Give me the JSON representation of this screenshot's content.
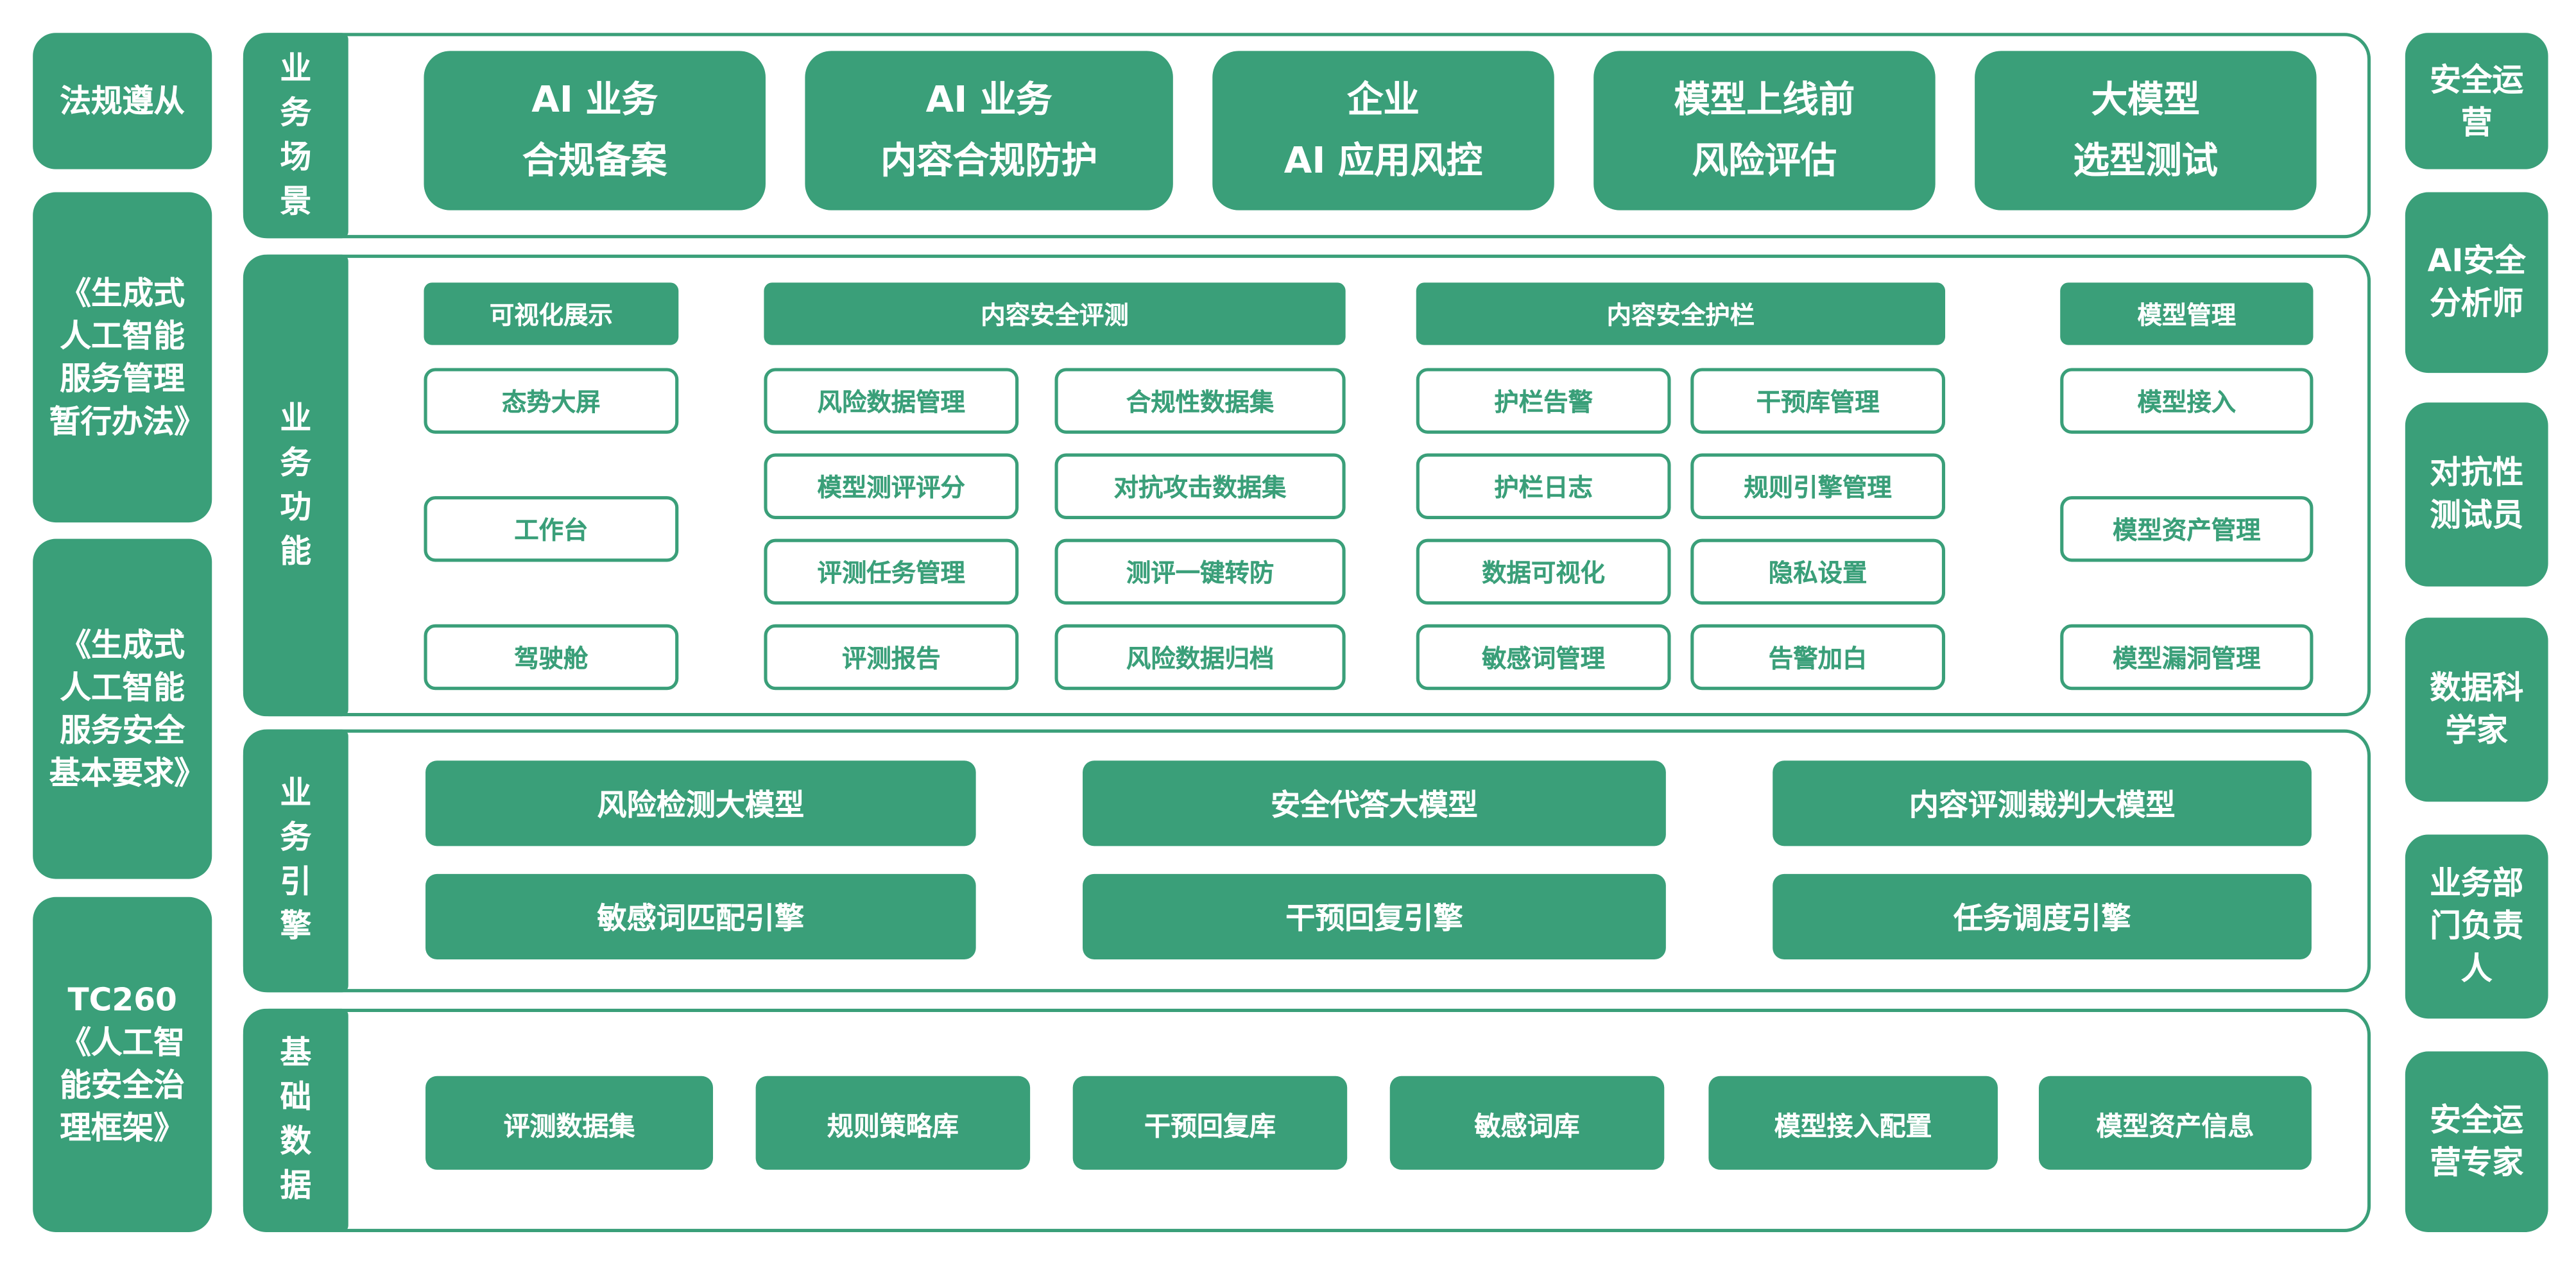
{
  "left_column": [
    {
      "label": "法规遵从"
    },
    {
      "label": "《生成式人工智能服务管理暂行办法》"
    },
    {
      "label": "《生成式人工智能服务安全基本要求》"
    },
    {
      "label": "TC260《人工智能安全治理框架》"
    }
  ],
  "right_column": [
    {
      "label": "安全运营"
    },
    {
      "label": "AI安全分析师"
    },
    {
      "label": "对抗性测试员"
    },
    {
      "label": "数据科学家"
    },
    {
      "label": "业务部门负责人"
    },
    {
      "label": "安全运营专家"
    }
  ],
  "scenarios": {
    "label": "业务场景",
    "items": [
      "AI 业务\n合规备案",
      "AI 业务\n内容合规防护",
      "企业\nAI 应用风控",
      "模型上线前\n风险评估",
      "大模型\n选型测试"
    ]
  },
  "functions": {
    "label": "业务功能",
    "groups": [
      {
        "title": "可视化展示",
        "items": [
          "态势大屏",
          "工作台",
          "驾驶舱"
        ]
      },
      {
        "title": "内容安全评测",
        "items": [
          "风险数据管理",
          "合规性数据集",
          "模型测评评分",
          "对抗攻击数据集",
          "评测任务管理",
          "测评一键转防",
          "评测报告",
          "风险数据归档"
        ]
      },
      {
        "title": "内容安全护栏",
        "items": [
          "护栏告警",
          "干预库管理",
          "护栏日志",
          "规则引擎管理",
          "数据可视化",
          "隐私设置",
          "敏感词管理",
          "告警加白"
        ]
      },
      {
        "title": "模型管理",
        "items": [
          "模型接入",
          "模型资产管理",
          "模型漏洞管理"
        ]
      }
    ]
  },
  "engines": {
    "label": "业务引擎",
    "items": [
      "风险检测大模型",
      "安全代答大模型",
      "内容评测裁判大模型",
      "敏感词匹配引擎",
      "干预回复引擎",
      "任务调度引擎"
    ]
  },
  "base_data": {
    "label": "基础数据",
    "items": [
      "评测数据集",
      "规则策略库",
      "干预回复库",
      "敏感词库",
      "模型接入配置",
      "模型资产信息"
    ]
  },
  "colors": {
    "accent": "#3a9f79",
    "background": "#ffffff"
  }
}
